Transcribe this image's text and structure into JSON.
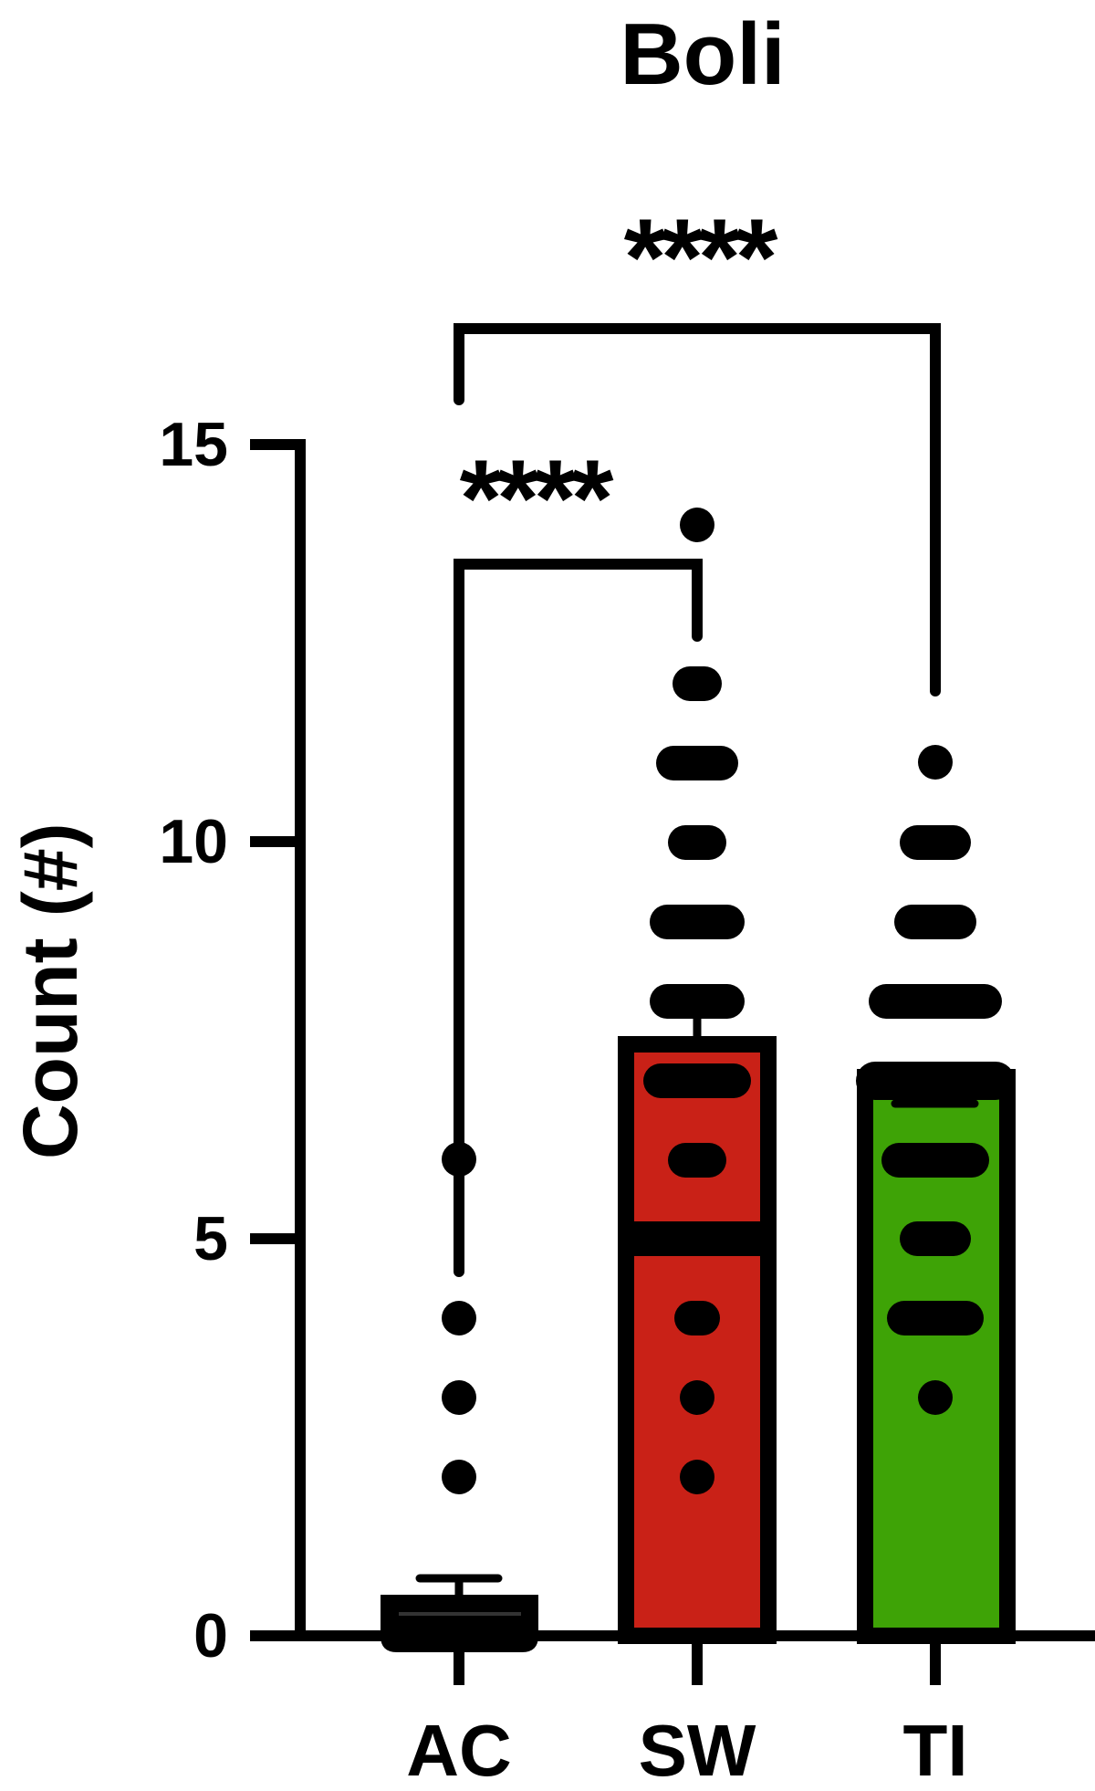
{
  "chart": {
    "title": "Boli",
    "ylabel": "Count (#)",
    "yticks": [
      "0",
      "5",
      "10",
      "15"
    ],
    "xticks": [
      "AC",
      "SW",
      "TI"
    ],
    "significance": [
      {
        "groups": [
          "AC",
          "SW"
        ],
        "label": "****"
      },
      {
        "groups": [
          "AC",
          "TI"
        ],
        "label": "****"
      }
    ]
  },
  "chart_data": {
    "type": "bar",
    "title": "Boli",
    "xlabel": "",
    "ylabel": "Count (#)",
    "categories": [
      "AC",
      "SW",
      "TI"
    ],
    "values": [
      0.4,
      7.4,
      6.9
    ],
    "error_sem": [
      0.3,
      0.5,
      0.3
    ],
    "colors": [
      "#000000",
      "#c92117",
      "#3ea306"
    ],
    "ylim": [
      0,
      15
    ],
    "yticks": [
      0,
      5,
      10,
      15
    ],
    "grid": false,
    "legend": null,
    "points": {
      "AC": [
        {
          "y": 0,
          "n": 8
        },
        {
          "y": 2,
          "n": 1
        },
        {
          "y": 3,
          "n": 1
        },
        {
          "y": 4,
          "n": 1
        },
        {
          "y": 6,
          "n": 1
        }
      ],
      "SW": [
        {
          "y": 2,
          "n": 1
        },
        {
          "y": 3,
          "n": 1
        },
        {
          "y": 4,
          "n": 2
        },
        {
          "y": 5,
          "n": 8
        },
        {
          "y": 6,
          "n": 2
        },
        {
          "y": 7,
          "n": 5
        },
        {
          "y": 8,
          "n": 4
        },
        {
          "y": 9,
          "n": 4
        },
        {
          "y": 10,
          "n": 2
        },
        {
          "y": 11,
          "n": 4
        },
        {
          "y": 12,
          "n": 2
        },
        {
          "y": 14,
          "n": 1
        }
      ],
      "TI": [
        {
          "y": 3,
          "n": 1
        },
        {
          "y": 4,
          "n": 4
        },
        {
          "y": 5,
          "n": 3
        },
        {
          "y": 6,
          "n": 5
        },
        {
          "y": 7,
          "n": 7
        },
        {
          "y": 8,
          "n": 6
        },
        {
          "y": 9,
          "n": 4
        },
        {
          "y": 10,
          "n": 3
        },
        {
          "y": 11,
          "n": 1
        }
      ]
    },
    "annotations": [
      {
        "text": "****",
        "between": [
          "AC",
          "SW"
        ]
      },
      {
        "text": "****",
        "between": [
          "AC",
          "TI"
        ]
      }
    ]
  }
}
